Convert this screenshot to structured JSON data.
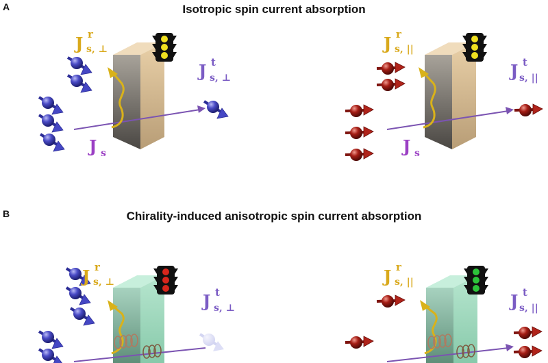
{
  "panel_a": {
    "letter": "A",
    "title": "Isotropic spin current absorption"
  },
  "panel_b": {
    "letter": "B",
    "title": "Chirality-induced anisotropic spin current absorption"
  },
  "labels": {
    "J": "J",
    "s": "s",
    "r": "r",
    "t": "t",
    "perp_sub": "s, ⊥",
    "par_sub": "s, ||"
  },
  "traffic_lights": {
    "a_left": "yellow",
    "a_right": "yellow",
    "b_left": "red",
    "b_right": "green"
  },
  "colors": {
    "incident_label": "#9b3fc4",
    "reflected_label": "#d9a91c",
    "transmitted_label": "#7b5cc4",
    "blue_spin": "#3e3fb8",
    "red_spin": "#9b1a14",
    "slab_normal": "#e2c49a",
    "slab_chiral": "#9fd9bd"
  }
}
